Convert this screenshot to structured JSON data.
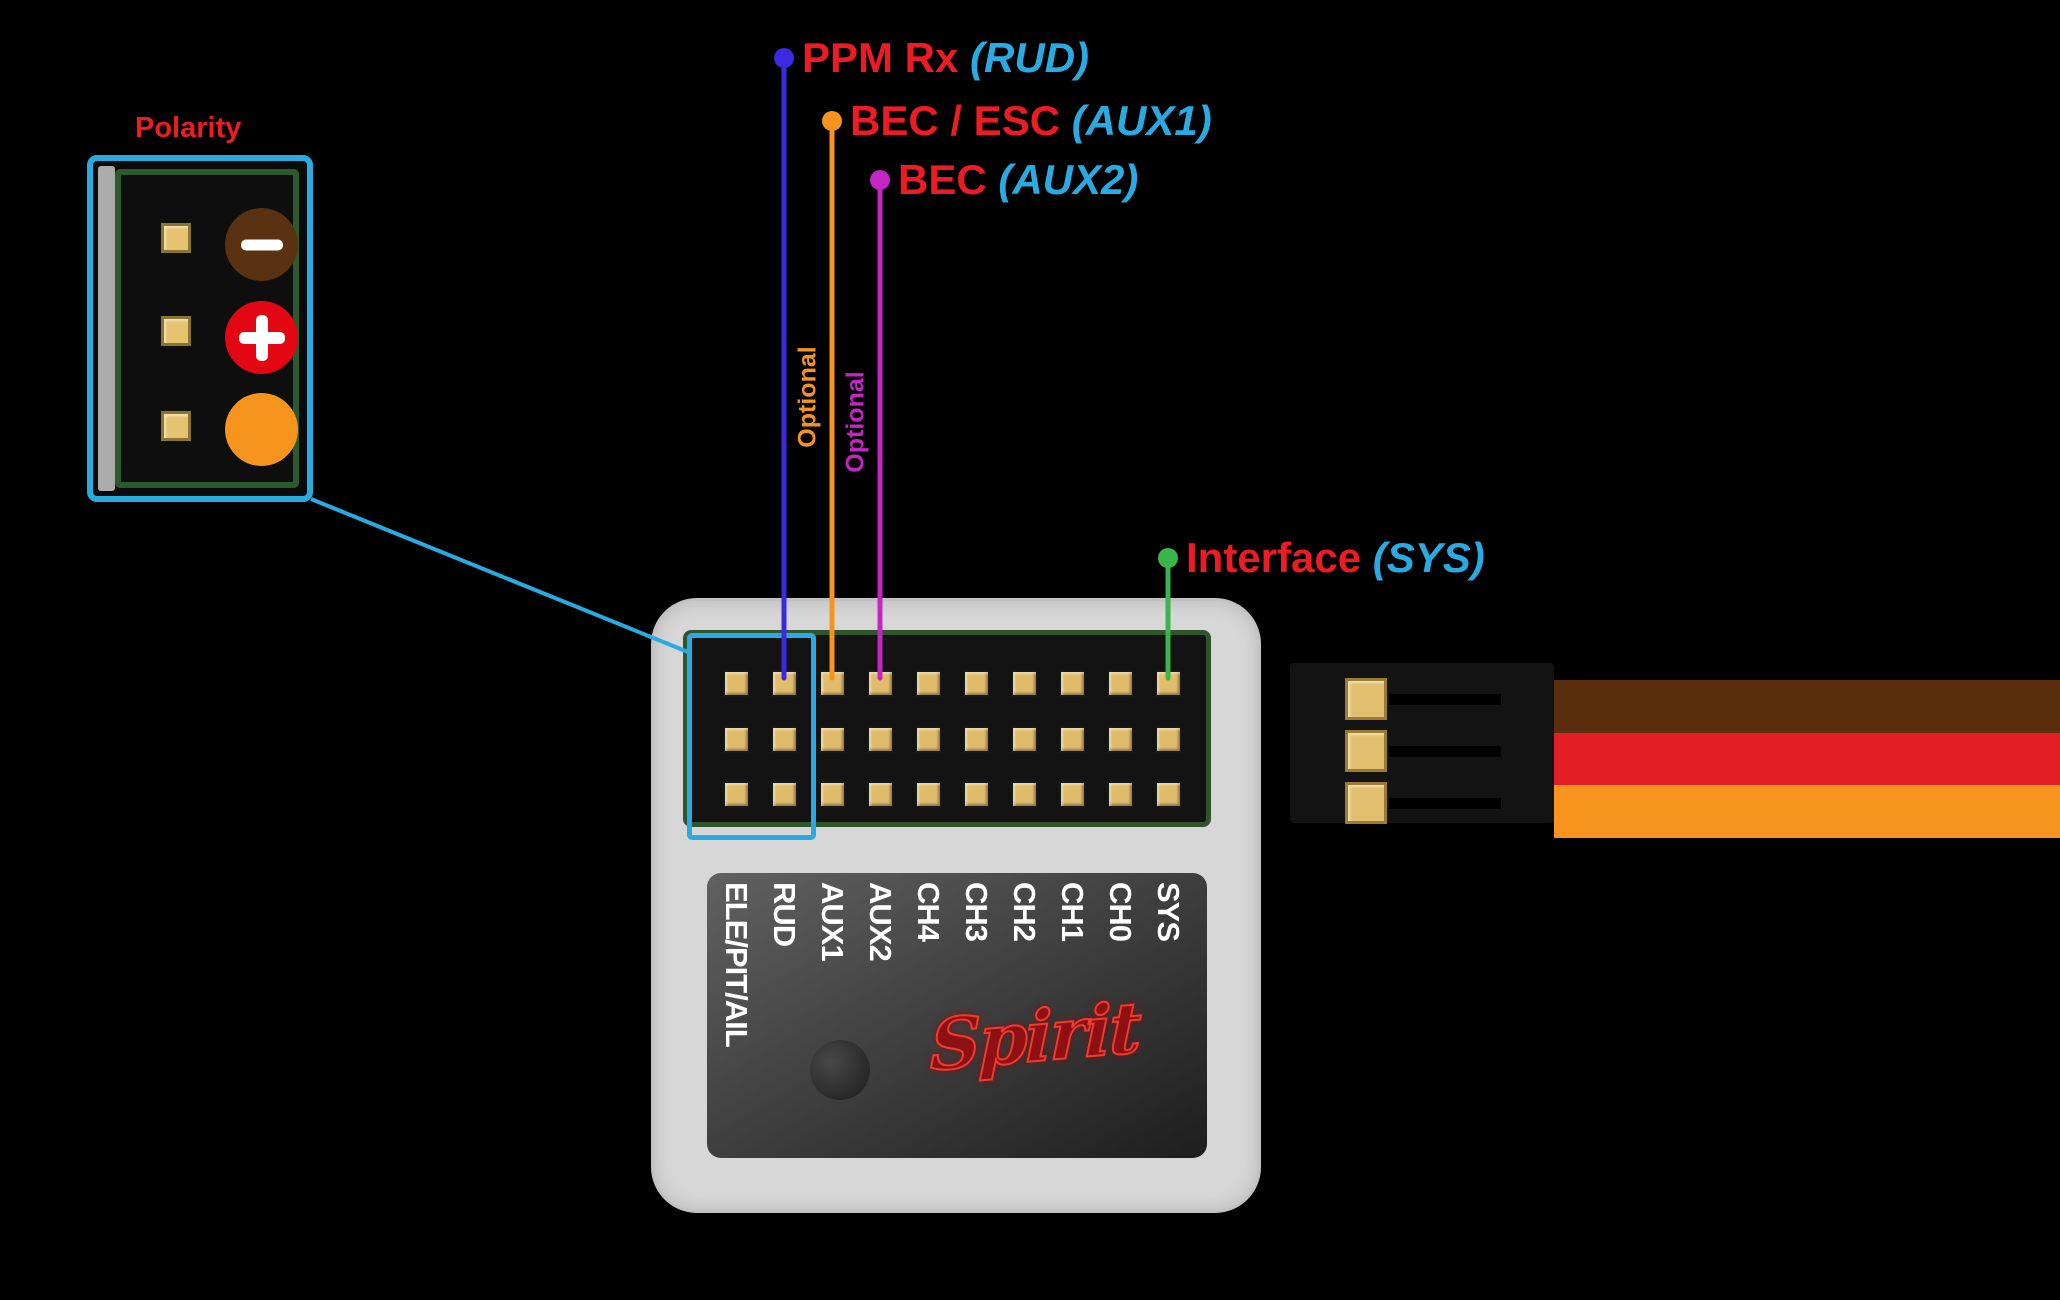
{
  "accent": {
    "highlight_blue": "#29ABE2",
    "label_red": "#ED1C24"
  },
  "polarity": {
    "label": "Polarity",
    "pins": [
      {
        "symbol": "minus",
        "wire": "negative",
        "color": "#5A3212"
      },
      {
        "symbol": "plus",
        "wire": "positive",
        "color": "#E30613"
      },
      {
        "symbol": "blank",
        "wire": "signal",
        "color": "#F7941D"
      }
    ]
  },
  "connections": [
    {
      "name": "PPM Rx",
      "channel": "(RUD)",
      "color": "#3A2BE0"
    },
    {
      "name": "BEC / ESC",
      "channel": "(AUX1)",
      "color": "#F7941D",
      "note": "Optional"
    },
    {
      "name": "BEC",
      "channel": "(AUX2)",
      "color": "#C326C3",
      "note": "Optional"
    },
    {
      "name": "Interface",
      "channel": "(SYS)",
      "color": "#39B54A"
    }
  ],
  "unit": {
    "brand": "Spirit",
    "pin_rows": 3,
    "pin_columns": 10,
    "channel_labels": [
      "ELE/PIT/AIL",
      "RUD",
      "AUX1",
      "AUX2",
      "CH4",
      "CH3",
      "CH2",
      "CH1",
      "CH0",
      "SYS"
    ]
  },
  "servo_cable": {
    "wire_colors": [
      "#5A2D0C",
      "#E31E24",
      "#F7941D"
    ]
  }
}
